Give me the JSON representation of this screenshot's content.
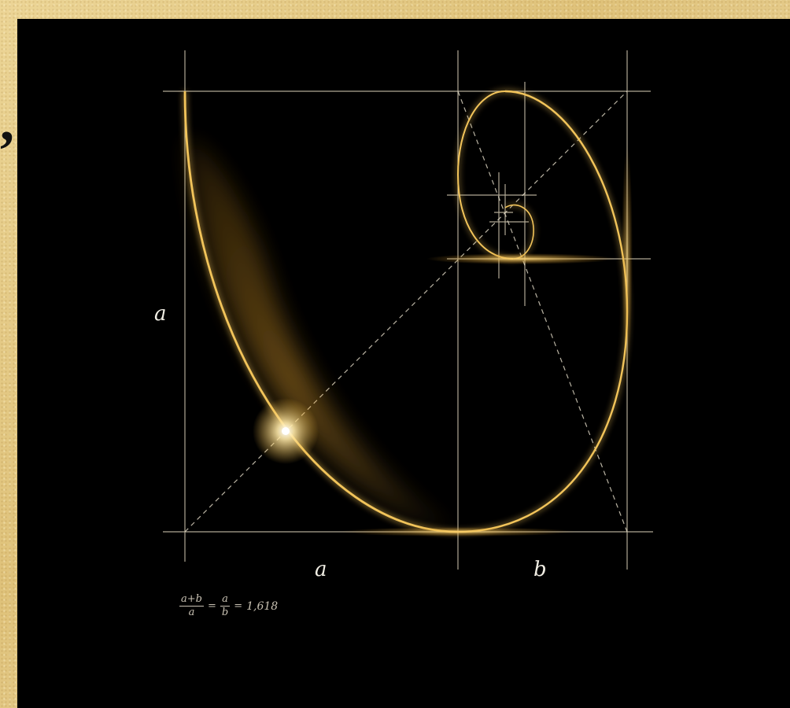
{
  "diagram": {
    "side_label": "a",
    "bottom_label_a": "a",
    "bottom_label_b": "b",
    "formula": {
      "fraction1_numerator": "a+b",
      "fraction1_denominator": "a",
      "equals1": "=",
      "fraction2_numerator": "a",
      "fraction2_denominator": "b",
      "equals2": "=",
      "value": "1,618"
    }
  },
  "colors": {
    "panel_background": "#000000",
    "page_background": "#e8cf8e",
    "spiral_gold": "#f2c45a",
    "guide_lines": "#cfc6b0"
  }
}
